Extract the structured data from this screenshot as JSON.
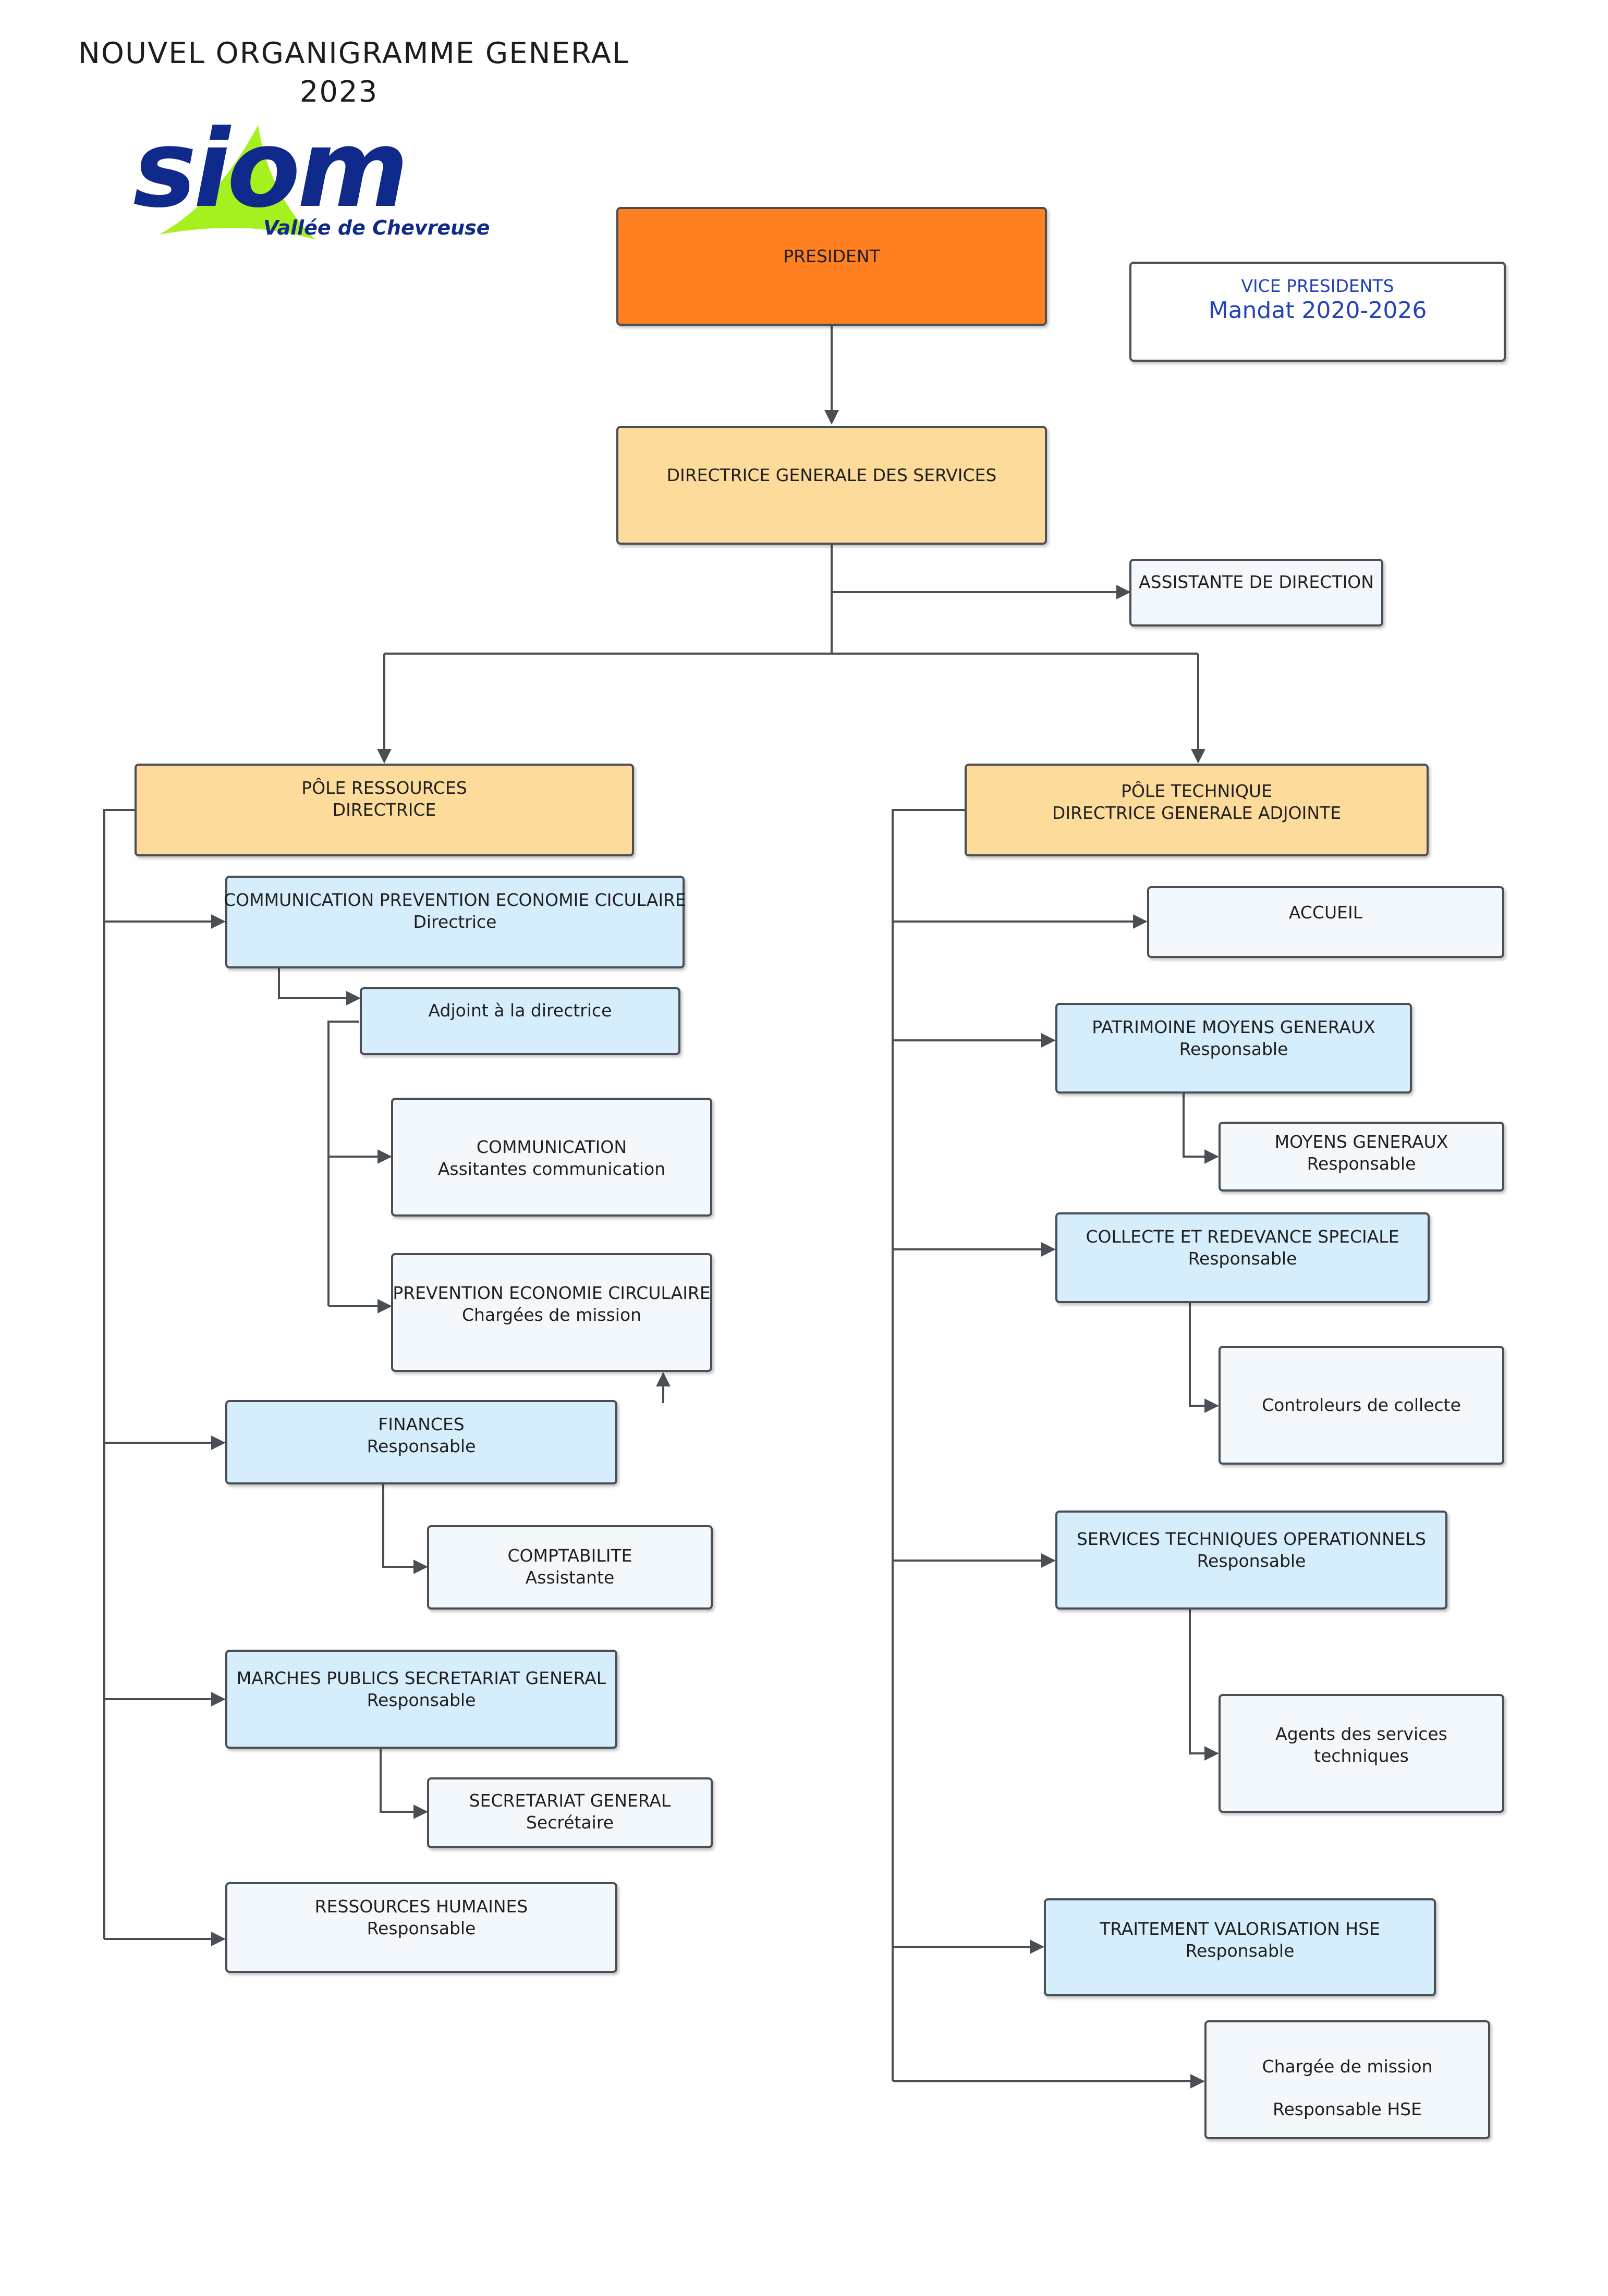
{
  "header": {
    "title_line1": "NOUVEL ORGANIGRAMME GENERAL",
    "title_line2": "2023"
  },
  "logo": {
    "text": "siom",
    "subtitle": "Vallée de Chevreuse",
    "brand_color": "#0f2a8a",
    "accent_color": "#a6f020"
  },
  "colors": {
    "president": "#ff8020",
    "management": "#fddb9b",
    "service": "#d6eefc",
    "sub_service": "#f2f8fc",
    "connector": "#4a4f55",
    "vice_presidents_text": "#2244b8"
  },
  "nodes": {
    "president": {
      "label": "PRESIDENT"
    },
    "vice_presidents": {
      "label": "VICE PRESIDENTS",
      "mandate": "Mandat 2020-2026"
    },
    "dgs": {
      "label": "DIRECTRICE GENERALE DES SERVICES"
    },
    "assistante": {
      "label": "ASSISTANTE DE DIRECTION"
    },
    "pole_ressources": {
      "label": "PÔLE RESSOURCES",
      "role": "DIRECTRICE"
    },
    "pole_technique": {
      "label": "PÔLE TECHNIQUE",
      "role": "DIRECTRICE GENERALE ADJOINTE"
    },
    "communication_prevention": {
      "label": "COMMUNICATION PREVENTION ECONOMIE CICULAIRE",
      "role": "Directrice"
    },
    "adjoint": {
      "label": "Adjoint à la directrice"
    },
    "communication": {
      "label": "COMMUNICATION",
      "role": "Assitantes communication"
    },
    "prevention": {
      "label": "PREVENTION ECONOMIE CIRCULAIRE",
      "role": "Chargées de mission"
    },
    "finances": {
      "label": "FINANCES",
      "role": "Responsable"
    },
    "comptabilite": {
      "label": "COMPTABILITE",
      "role": "Assistante"
    },
    "marches": {
      "label": "MARCHES PUBLICS SECRETARIAT GENERAL",
      "role": "Responsable"
    },
    "secretariat": {
      "label": "SECRETARIAT GENERAL",
      "role": "Secrétaire"
    },
    "rh": {
      "label": "RESSOURCES HUMAINES",
      "role": "Responsable"
    },
    "accueil": {
      "label": "ACCUEIL"
    },
    "patrimoine": {
      "label": "PATRIMOINE MOYENS GENERAUX",
      "role": "Responsable"
    },
    "moyens": {
      "label": "MOYENS GENERAUX",
      "role": "Responsable"
    },
    "collecte": {
      "label": "COLLECTE ET REDEVANCE SPECIALE",
      "role": "Responsable"
    },
    "controleurs": {
      "label": "Controleurs de collecte"
    },
    "services_tech": {
      "label": "SERVICES TECHNIQUES OPERATIONNELS",
      "role": "Responsable"
    },
    "agents": {
      "label": "Agents des services",
      "label2": "techniques"
    },
    "traitement": {
      "label": "TRAITEMENT VALORISATION HSE",
      "role": "Responsable"
    },
    "chargee_hse": {
      "label": "Chargée de mission",
      "role": "Responsable HSE"
    }
  }
}
